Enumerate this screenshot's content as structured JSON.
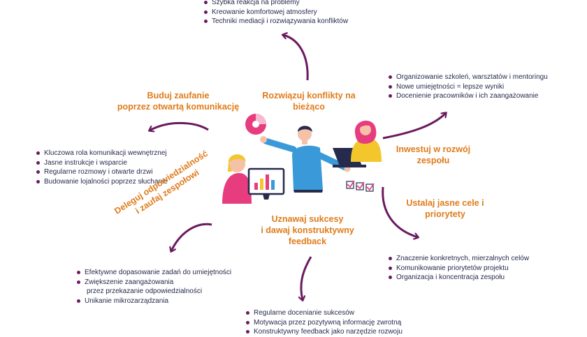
{
  "colors": {
    "arrow": "#6a1a5e",
    "title": "#e07b1a",
    "text": "#262a4d",
    "pink": "#e73c7e",
    "yellow": "#f3c62c",
    "blue": "#3a9ad9",
    "bar_red": "#e73c7e"
  },
  "sections": {
    "conflicts": {
      "title": [
        "Rozwiązuj konflikty na",
        "bieżąco"
      ],
      "items": [
        "Szybka reakcja na problemy",
        "Kreowanie komfortowej atmosfery",
        "Techniki mediacji i rozwiązywania konfliktów"
      ]
    },
    "trust": {
      "title": [
        "Buduj zaufanie",
        "poprzez otwartą komunikację"
      ],
      "items": [
        "Kluczowa rola komunikacji wewnętrznej",
        "Jasne instrukcje i wsparcie",
        "Regularne rozmowy i otwarte drzwi",
        "Budowanie lojalności poprzez słuchanie"
      ]
    },
    "invest": {
      "title": [
        "Inwestuj w rozwój",
        "zespołu"
      ],
      "items": [
        "Organizowanie szkoleń, warsztatów i mentoringu",
        "Nowe umiejętności = lepsze wyniki",
        "Docenienie pracowników i ich zaangażowanie"
      ]
    },
    "goals": {
      "title": [
        "Ustalaj jasne cele i",
        "priorytety"
      ],
      "items": [
        "Znaczenie konkretnych, mierzalnych celów",
        "Komunikowanie priorytetów projektu",
        "Organizacja i koncentracja zespołu"
      ]
    },
    "success": {
      "title": [
        "Uznawaj sukcesy",
        "i dawaj konstruktywny",
        "feedback"
      ],
      "items": [
        "Regularne docenianie sukcesów",
        "Motywacja przez pozytywną informację zwrotną",
        "Konstruktywny feedback jako narzędzie rozwoju"
      ]
    },
    "delegate": {
      "title": [
        "Deleguj odpowiedzialność",
        "i zaufaj zespołowi"
      ],
      "items": [
        "Efektywne dopasowanie zadań do umiejętności",
        [
          "Zwiększenie zaangażowania",
          "przez przekazanie odpowiedzialności"
        ],
        "Unikanie mikrozarządzania"
      ]
    }
  },
  "illustration": {
    "icons": [
      "pie-chart-icon",
      "bar-chart-monitor-icon",
      "laptop-icon",
      "checkbox-icon"
    ]
  }
}
